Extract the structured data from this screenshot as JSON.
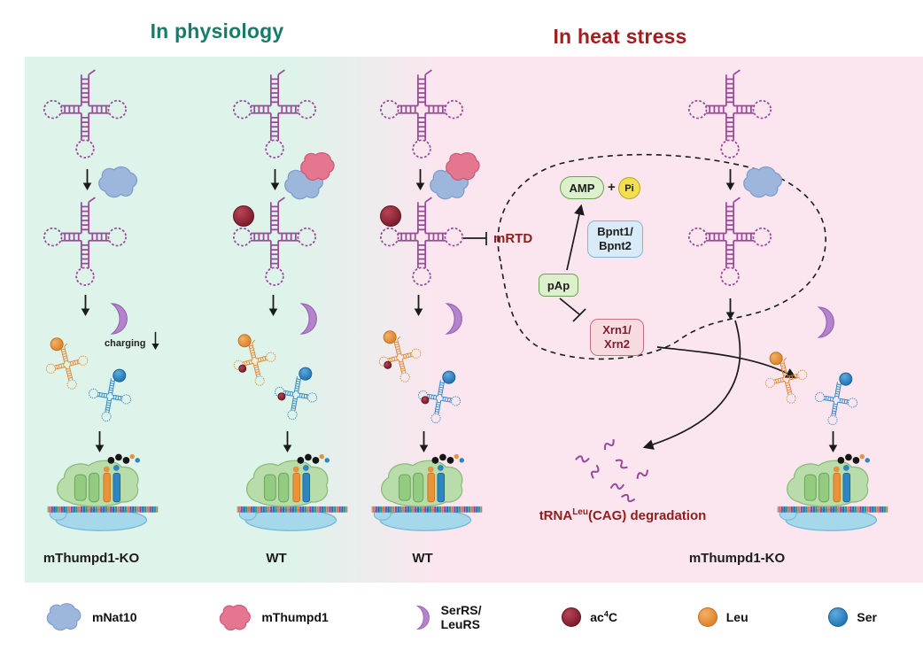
{
  "titles": {
    "physiology": "In physiology",
    "heat_stress": "In heat stress"
  },
  "column_labels": {
    "col1": "mThumpd1-KO",
    "col2": "WT",
    "col3": "WT",
    "col4": "mThumpd1-KO"
  },
  "annotations": {
    "charging": "charging",
    "mrtd": "mRTD",
    "degradation_pre": "tRNA",
    "degradation_sup": "Leu",
    "degradation_post": "(CAG) degradation"
  },
  "pathway": {
    "amp": "AMP",
    "plus": "+",
    "pi": "Pi",
    "bpnt_line1": "Bpnt1/",
    "bpnt_line2": "Bpnt2",
    "pap": "pAp",
    "xrn_line1": "Xrn1/",
    "xrn_line2": "Xrn2"
  },
  "legend": {
    "mnat10": "mNat10",
    "mthumpd1": "mThumpd1",
    "synthetase_line1": "SerRS/",
    "synthetase_line2": "LeuRS",
    "ac4c_pre": "ac",
    "ac4c_sup": "4",
    "ac4c_post": "C",
    "leu": "Leu",
    "ser": "Ser"
  },
  "colors": {
    "physiology_bg": "#def3ea",
    "heat_bg": "#fbe6ef",
    "physiology_title": "#177d68",
    "heat_title": "#a31f1f",
    "trna_outline": "#9b4a9b",
    "mnat10": "#9cb6dc",
    "mthumpd1": "#e4768f",
    "synthetase": "#b583cc",
    "ac4c": "#7e1c2b",
    "leu": "#e8923a",
    "ser": "#2e86c1",
    "dark_red_text": "#8f1d1d"
  }
}
